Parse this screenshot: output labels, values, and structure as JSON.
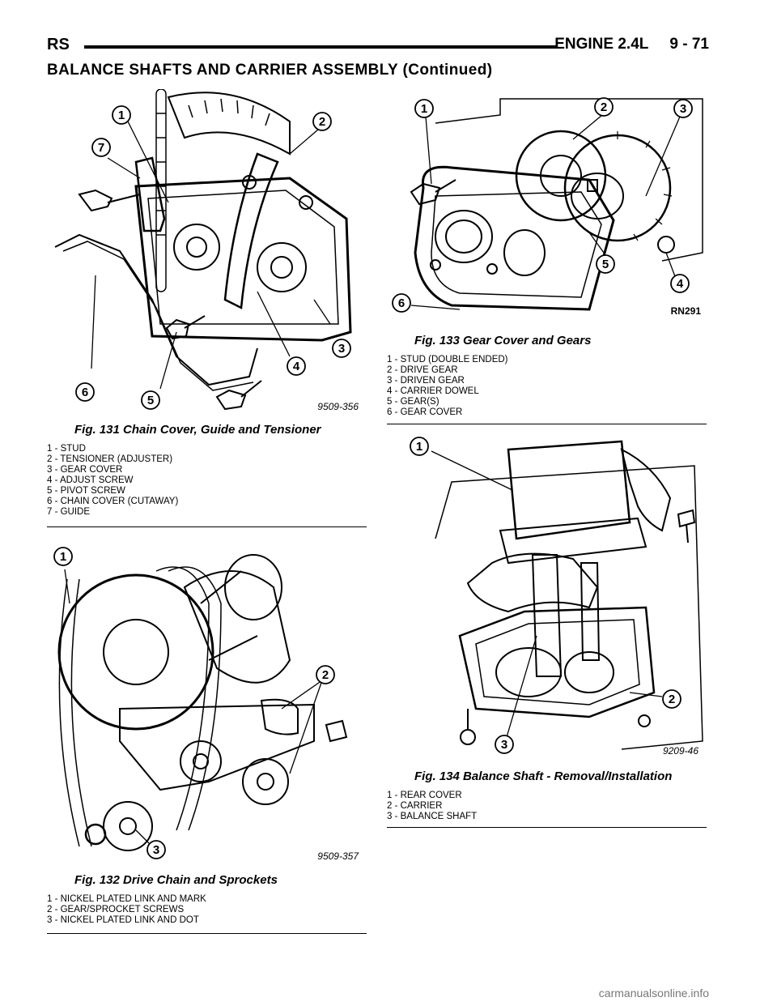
{
  "header": {
    "left": "RS",
    "right": "ENGINE 2.4L     9 - 71"
  },
  "section_title": "BALANCE SHAFTS AND CARRIER ASSEMBLY (Continued)",
  "figures": [
    {
      "id": "fig131",
      "code": "9509-356",
      "caption": "Fig. 131 Chain Cover, Guide and Tensioner",
      "legend": [
        "1 - STUD",
        "2 - TENSIONER (ADJUSTER)",
        "3 - GEAR COVER",
        "4 - ADJUST SCREW",
        "5 - PIVOT SCREW",
        "6 - CHAIN COVER (CUTAWAY)",
        "7 - GUIDE"
      ],
      "callouts": [
        "1",
        "2",
        "3",
        "4",
        "5",
        "6",
        "7"
      ]
    },
    {
      "id": "fig132",
      "code": "9509-357",
      "caption": "Fig. 132 Drive Chain and Sprockets",
      "legend": [
        "1 - NICKEL PLATED LINK AND MARK",
        "2 - GEAR/SPROCKET SCREWS",
        "3 - NICKEL PLATED LINK AND DOT"
      ],
      "callouts": [
        "1",
        "2",
        "3"
      ]
    },
    {
      "id": "fig133",
      "code": "RN291",
      "caption": "Fig. 133 Gear Cover and Gears",
      "legend": [
        "1 - STUD (DOUBLE ENDED)",
        "2 - DRIVE GEAR",
        "3 - DRIVEN GEAR",
        "4 - CARRIER DOWEL",
        "5 - GEAR(S)",
        "6 - GEAR COVER"
      ],
      "callouts": [
        "1",
        "2",
        "3",
        "4",
        "5",
        "6"
      ]
    },
    {
      "id": "fig134",
      "code": "9209-46",
      "caption": "Fig. 134 Balance Shaft - Removal/Installation",
      "legend": [
        "1 - REAR COVER",
        "2 - CARRIER",
        "3 - BALANCE SHAFT"
      ],
      "callouts": [
        "1",
        "2",
        "3"
      ]
    }
  ],
  "watermark": "carmanualsonline.info"
}
